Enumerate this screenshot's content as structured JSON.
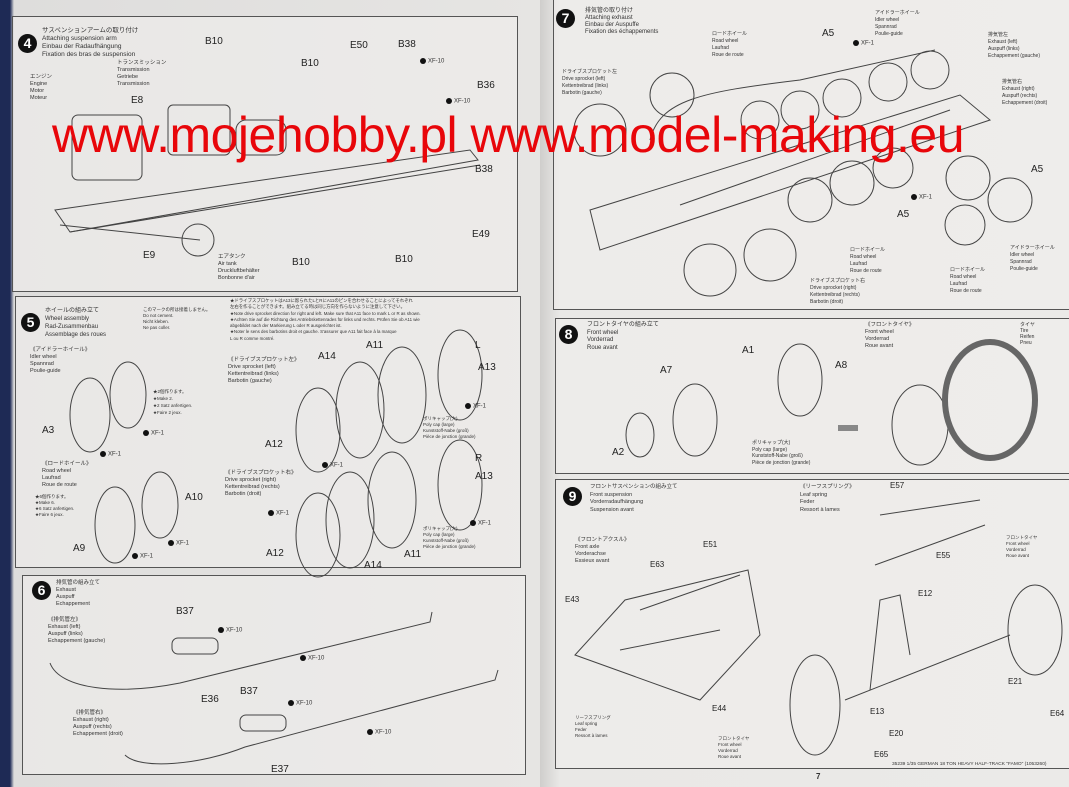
{
  "step4": {
    "number": "4",
    "title": [
      "サスペンションアームの取り付け",
      "Attaching suspension arm",
      "Einbau der Radaufhängung",
      "Fixation des bras de suspension"
    ],
    "engine": [
      "エンジン",
      "Engine",
      "Motor",
      "Moteur"
    ],
    "transmission": [
      "トランスミッション",
      "Transmission",
      "Getriebe",
      "Transmission"
    ],
    "air_tank": [
      "エアタンク",
      "Air tank",
      "Druckluftbehälter",
      "Bonbonne d'air"
    ],
    "parts": [
      "B10",
      "B10",
      "B10",
      "B10",
      "E50",
      "B38",
      "B36",
      "B38",
      "E49",
      "E8",
      "E9"
    ],
    "paint": [
      "XF-10",
      "XF-10"
    ]
  },
  "step5": {
    "number": "5",
    "title": [
      "ホイールの組み立て",
      "Wheel assembly",
      "Rad-Zusammenbau",
      "Assemblage des roues"
    ],
    "no_cement": [
      "このマークの所は接着しません。",
      "Do not cement.",
      "Nicht kleben.",
      "Ne pas coller."
    ],
    "note": [
      "★ドライブスプロケットはA13に彫られたLとRにA11のピンを合わせることによってそれぞれ",
      "左右を作ることができます。組み立てる時は同じ方向を作らないように注意して下さい。",
      "★Note drive sprocket direction for right and left. Make sure that A11 face to mark L or R as shown.",
      "★Achten Sie auf die Richtung des Antriebskettenrades für links und rechts. Prüfen Sie ob A11 wie",
      "abgebildet nach der Markierung L oder R ausgerichtet ist.",
      "★Noter le sens des barbotins droit et gauche. S'assurer que A11 fait face à la marque",
      "L ou R comme montré."
    ],
    "idler": [
      "《アイドラーホイール》",
      "Idler wheel",
      "Spannrad",
      "Poulie-guide"
    ],
    "make2": [
      "★2個作ります。",
      "★Make 2.",
      "★2 Satz anfertigen.",
      "★Faire 2 jeux."
    ],
    "road": [
      "《ロードホイール》",
      "Road wheel",
      "Laufrad",
      "Roue de route"
    ],
    "make6": [
      "★6個作ります。",
      "★Make 6.",
      "★6 Satz anfertigen.",
      "★Faire 6 jeux."
    ],
    "sprocket_left": [
      "《ドライブスプロケット左》",
      "Drive sprocket (left)",
      "Kettentreibrad (links)",
      "Barbotin (gauche)"
    ],
    "sprocket_right": [
      "《ドライブスプロケット右》",
      "Drive sprocket (right)",
      "Kettentreibrad (rechts)",
      "Barbotin (droit)"
    ],
    "polycap": [
      "ポリキャップ(大)",
      "Poly cap (large)",
      "Kunststoff-Nabe (groß)",
      "Pièce de jonction (grande)"
    ],
    "parts": [
      "A3",
      "A10",
      "A9",
      "A14",
      "A11",
      "L",
      "A13",
      "A12",
      "R",
      "A13",
      "A12",
      "A11",
      "A14"
    ],
    "paint": "XF-1"
  },
  "step6": {
    "number": "6",
    "title": [
      "排気管の組み立て",
      "Exhaust",
      "Auspuff",
      "Echappement"
    ],
    "left": [
      "《排気管左》",
      "Exhaust (left)",
      "Auspuff (links)",
      "Echappement (gauche)"
    ],
    "right": [
      "《排気管右》",
      "Exhaust (right)",
      "Auspuff (rechts)",
      "Echappement (droit)"
    ],
    "parts": [
      "B37",
      "E36",
      "B37",
      "E37"
    ],
    "paint": "XF-10"
  },
  "step7": {
    "number": "7",
    "title": [
      "排気管の取り付け",
      "Attaching exhaust",
      "Einbau der Auspuffe",
      "Fixation des échappements"
    ],
    "road": [
      "ロードホイール",
      "Road wheel",
      "Laufrad",
      "Roue de route"
    ],
    "idler": [
      "アイドラーホイール",
      "Idler wheel",
      "Spannrad",
      "Poulie-guide"
    ],
    "exhaust_left": [
      "排気管左",
      "Exhaust (left)",
      "Auspuff (links)",
      "Echappement (gauche)"
    ],
    "exhaust_right": [
      "排気管右",
      "Exhaust (right)",
      "Auspuff (rechts)",
      "Echappement (droit)"
    ],
    "sprocket_left": [
      "ドライブスプロケット左",
      "Drive sprocket (left)",
      "Kettentreibrad (links)",
      "Barbotin (gauche)"
    ],
    "sprocket_right": [
      "ドライブスプロケット右",
      "Drive sprocket (right)",
      "Kettentreibrad (rechts)",
      "Barbotin (droit)"
    ],
    "parts": [
      "A5",
      "A5",
      "A5"
    ],
    "paint": "XF-1"
  },
  "step8": {
    "number": "8",
    "title": [
      "フロントタイヤの組み立て",
      "Front wheel",
      "Vorderrad",
      "Roue avant"
    ],
    "front_wheel": [
      "《フロントタイヤ》",
      "Front wheel",
      "Vorderrad",
      "Roue avant"
    ],
    "tire": [
      "タイヤ",
      "Tire",
      "Reifen",
      "Pneu"
    ],
    "polycap": [
      "ポリキャップ(大)",
      "Poly cap (large)",
      "Kunststoff-Nabe (groß)",
      "Pièce de jonction (grande)"
    ],
    "parts": [
      "A1",
      "A2",
      "A7",
      "A8"
    ]
  },
  "step9": {
    "number": "9",
    "title": [
      "フロントサスペンションの組み立て",
      "Front suspension",
      "Vorderradaufhängung",
      "Suspension avant"
    ],
    "leaf_spring": [
      "《リーフスプリング》",
      "Leaf spring",
      "Feder",
      "Ressort à lames"
    ],
    "front_axle": [
      "《フロントアクスル》",
      "Front axle",
      "Vorderachse",
      "Essieux avant"
    ],
    "leaf_spring2": [
      "リーフスプリング",
      "Leaf spring",
      "Feder",
      "Ressort à lames"
    ],
    "front_wheel": [
      "フロントタイヤ",
      "Front wheel",
      "Vorderrad",
      "Roue avant"
    ],
    "parts": [
      "E57",
      "E55",
      "E51",
      "E63",
      "E43",
      "E44",
      "E12",
      "E21",
      "E13",
      "E64",
      "E20",
      "E65"
    ]
  },
  "footer": "35239 1/35 GERMAN 18 TON HEAVY HALF-TRACK \"FAMO\" (1053260)",
  "page_number": "7",
  "watermark": "www.mojehobby.pl www.model-making.eu",
  "colors": {
    "watermark": "#e8060a",
    "binding": "#1e2a55"
  }
}
